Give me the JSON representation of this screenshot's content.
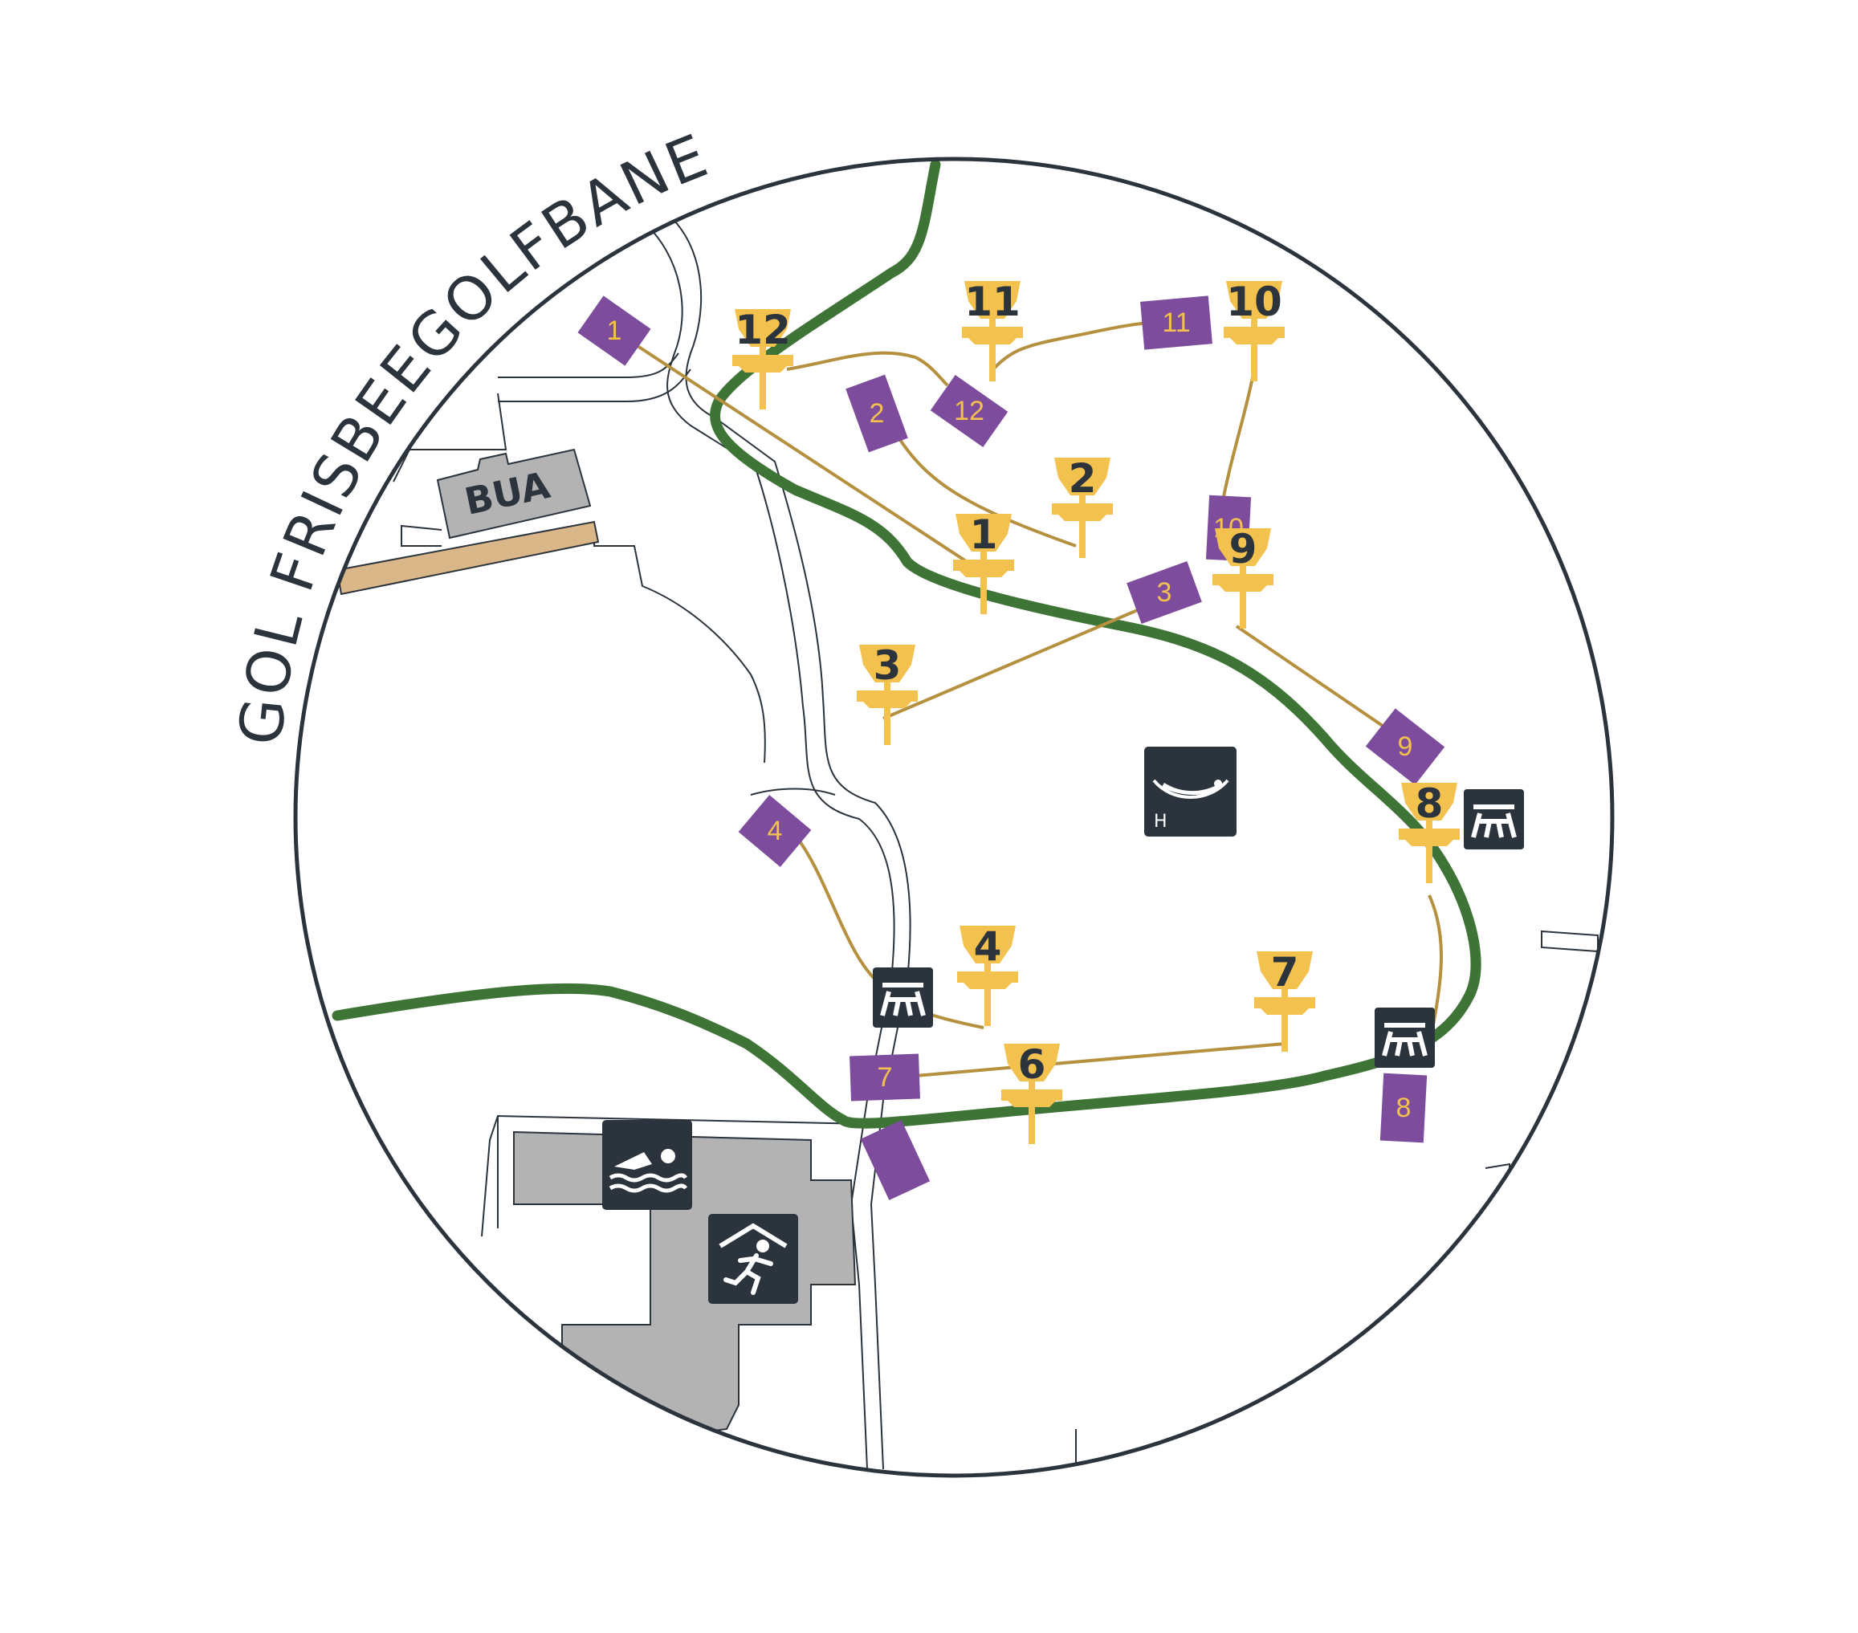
{
  "map": {
    "title": "GOL FRISBEEGOLFBANE",
    "building_label": "BUA",
    "hammock_label": "H",
    "colors": {
      "trail": "#3e7436",
      "fairway": "#b5903e",
      "tee": "#7e4c9c",
      "basket": "#f2c14e",
      "ink": "#2b333c",
      "building": "#b3b3b3",
      "path": "#d9b789"
    },
    "tees": [
      {
        "label": "1"
      },
      {
        "label": "2"
      },
      {
        "label": "12"
      },
      {
        "label": "11"
      },
      {
        "label": "10"
      },
      {
        "label": "3"
      },
      {
        "label": "9"
      },
      {
        "label": "4"
      },
      {
        "label": "7"
      },
      {
        "label": "8"
      },
      {
        "label": ""
      }
    ],
    "baskets": [
      {
        "label": "12"
      },
      {
        "label": "11"
      },
      {
        "label": "10"
      },
      {
        "label": "2"
      },
      {
        "label": "1"
      },
      {
        "label": "9"
      },
      {
        "label": "3"
      },
      {
        "label": "8"
      },
      {
        "label": "4"
      },
      {
        "label": "7"
      },
      {
        "label": "6"
      }
    ],
    "icons": [
      {
        "name": "picnic-table-icon"
      },
      {
        "name": "picnic-table-icon"
      },
      {
        "name": "picnic-table-icon"
      },
      {
        "name": "hammock-icon"
      },
      {
        "name": "swimming-icon"
      },
      {
        "name": "indoor-running-icon"
      }
    ]
  }
}
